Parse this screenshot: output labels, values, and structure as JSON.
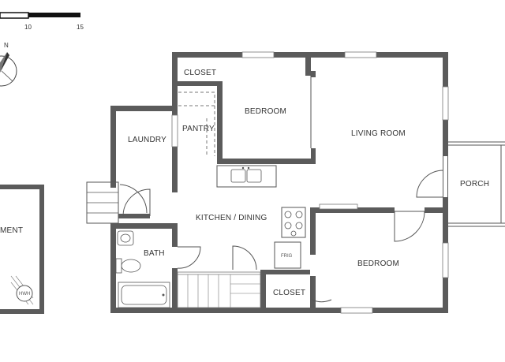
{
  "scale_bar": {
    "labels": [
      "10",
      "15"
    ]
  },
  "compass": {
    "label": "N"
  },
  "rooms": {
    "closet_top": "CLOSET",
    "bedroom_top": "BEDROOM",
    "living_room": "LIVING ROOM",
    "laundry": "LAUNDRY",
    "pantry": "PANTRY",
    "porch": "PORCH",
    "kitchen_dining": "KITCHEN / DINING",
    "bath": "BATH",
    "bedroom_bottom": "BEDROOM",
    "closet_bottom": "CLOSET",
    "basement_partial": "MENT"
  },
  "fixtures": {
    "fridge": "FRIG",
    "water_heater": "HWH"
  },
  "colors": {
    "wall": "#5b5b5b",
    "window": "#ffffff",
    "background": "#ffffff"
  }
}
